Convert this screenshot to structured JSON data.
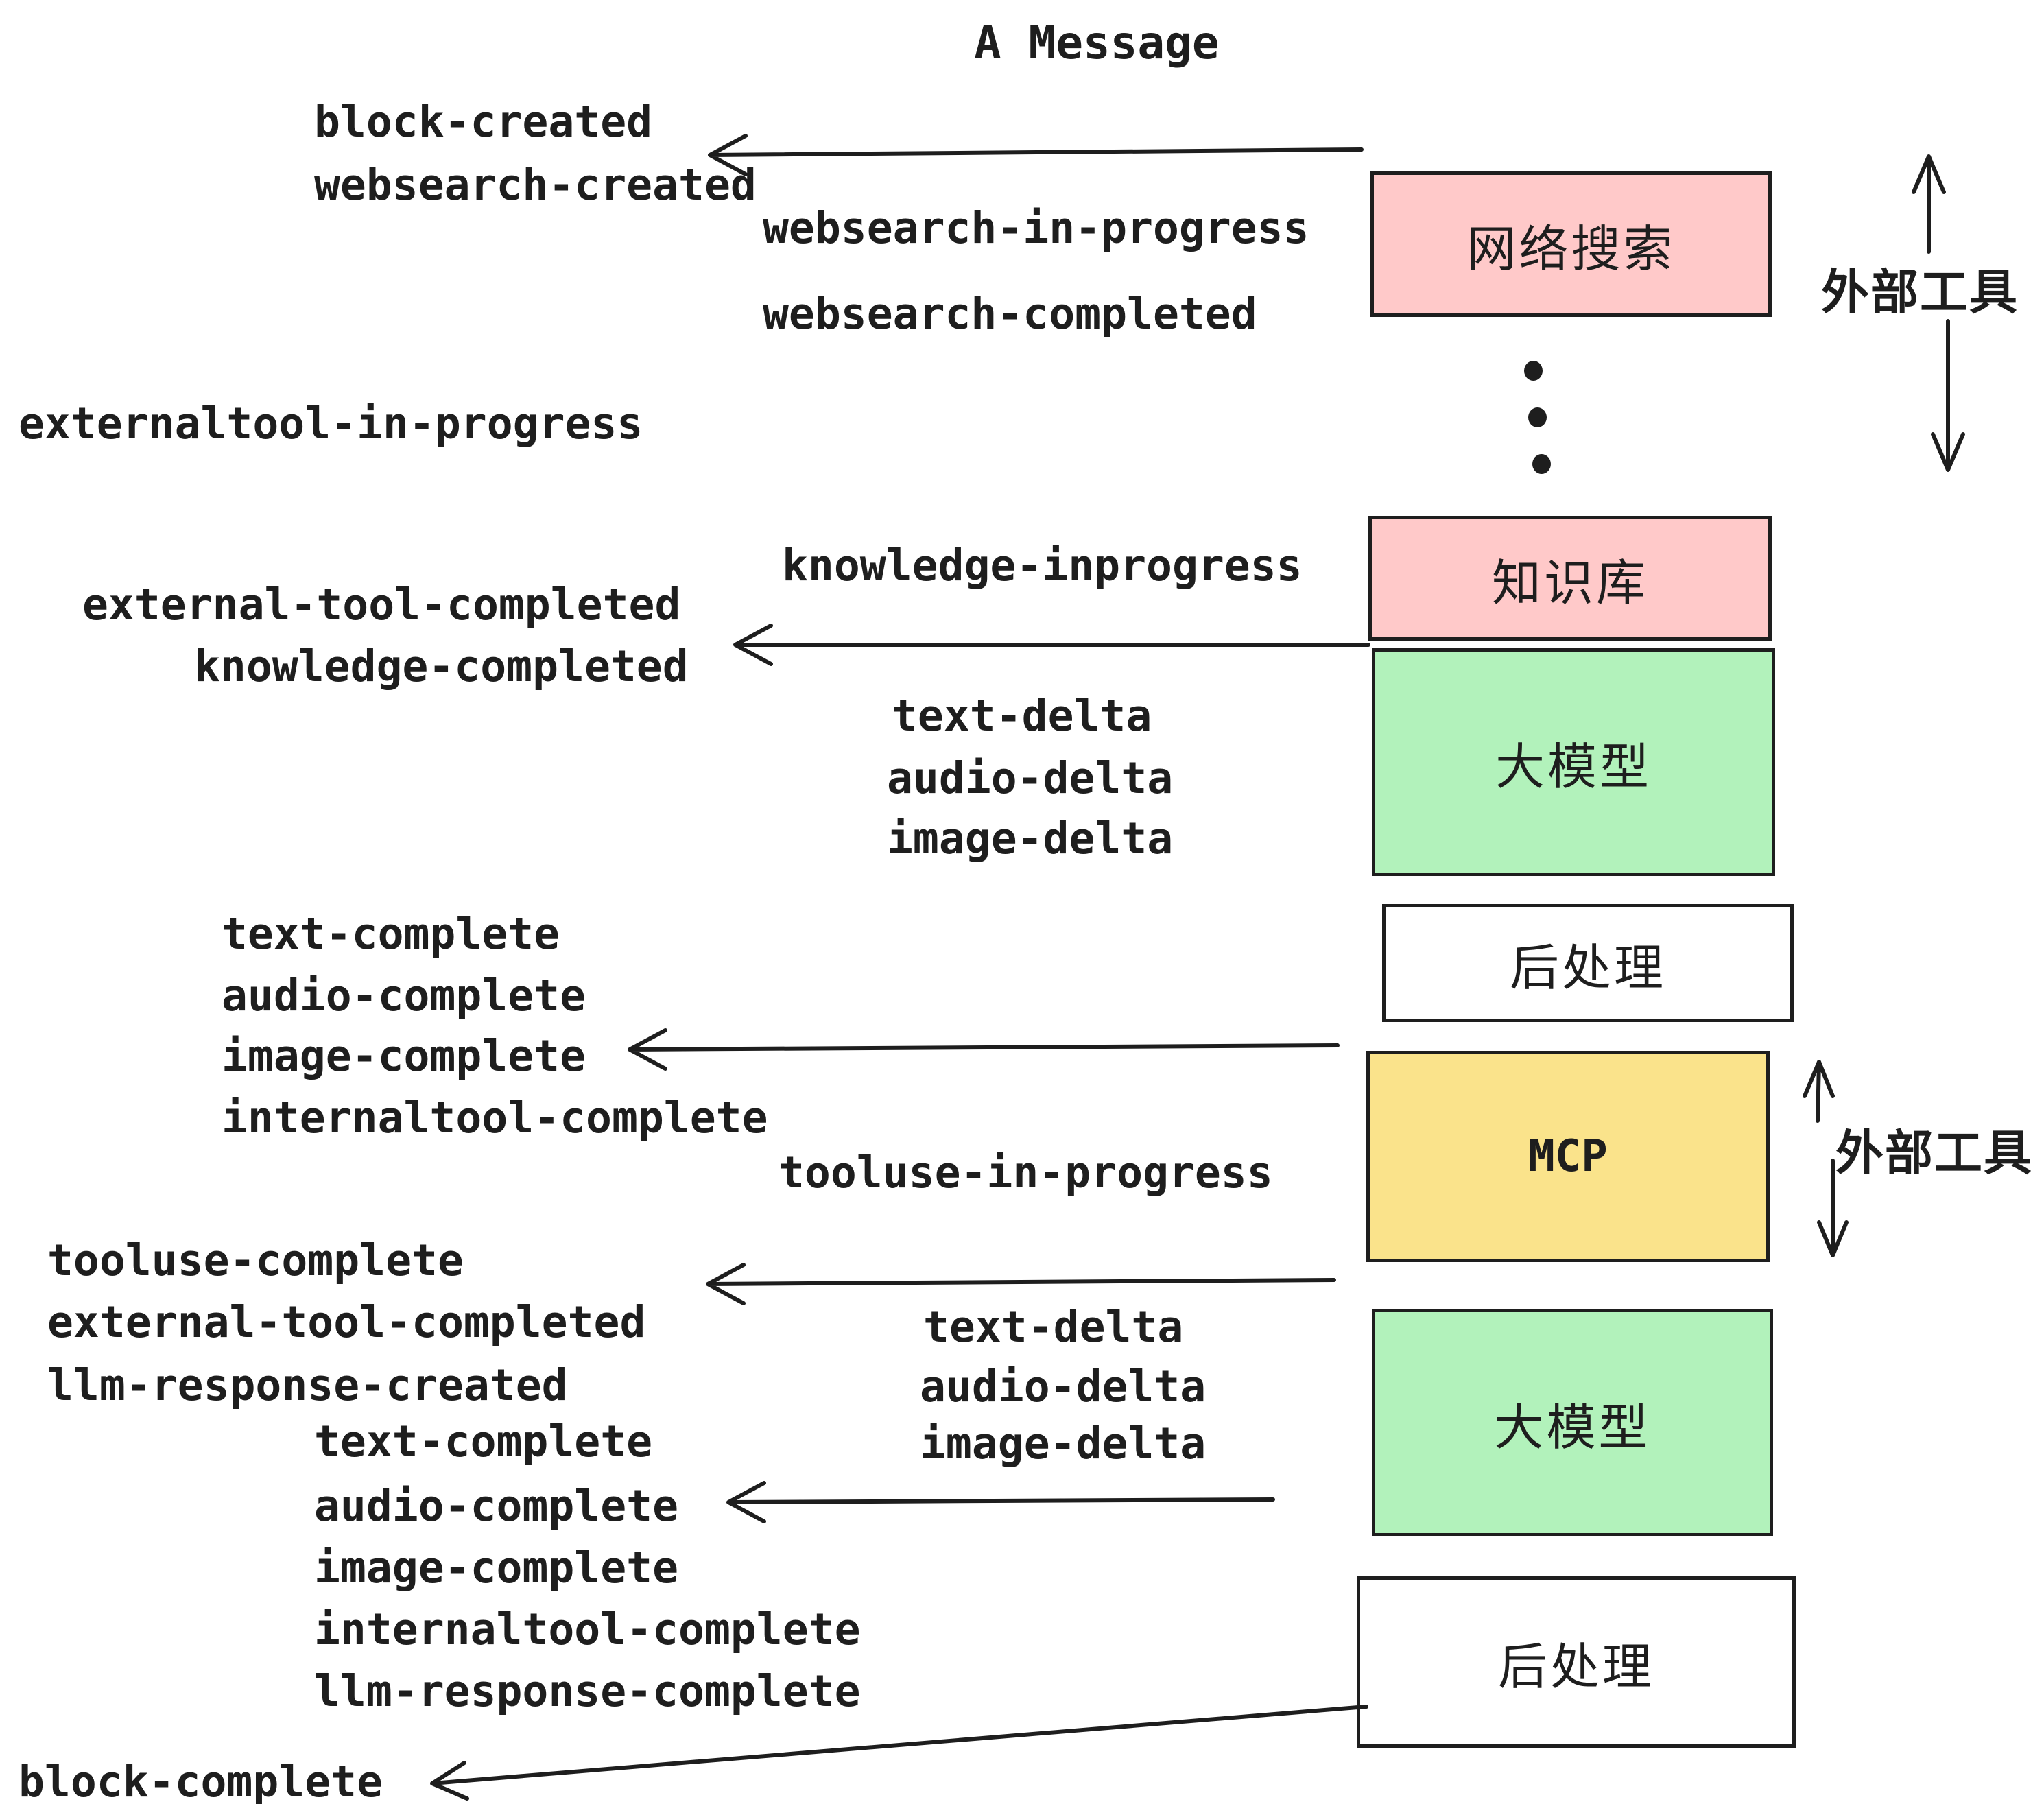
{
  "title": {
    "text": "A Message"
  },
  "colors": {
    "pink": "#ffc9c9",
    "green": "#b2f2bb",
    "yellow": "#fae38b",
    "stroke": "#1e1e1e",
    "background": "#ffffff"
  },
  "boxes": [
    {
      "id": "websearch",
      "label": "网络搜索",
      "color": "pink"
    },
    {
      "id": "knowledge",
      "label": "知识库",
      "color": "pink"
    },
    {
      "id": "llm-1",
      "label": "大模型",
      "color": "green"
    },
    {
      "id": "post-1",
      "label": "后处理",
      "color": "white"
    },
    {
      "id": "mcp",
      "label": "MCP",
      "color": "yellow"
    },
    {
      "id": "llm-2",
      "label": "大模型",
      "color": "green"
    },
    {
      "id": "post-2",
      "label": "后处理",
      "color": "white"
    }
  ],
  "annotations": {
    "external_tools_top": "外部工具",
    "external_tools_bottom": "外部工具"
  },
  "events": [
    {
      "text": "block-created"
    },
    {
      "text": "websearch-created"
    },
    {
      "text": "websearch-in-progress"
    },
    {
      "text": "websearch-completed"
    },
    {
      "text": "externaltool-in-progress"
    },
    {
      "text": "knowledge-inprogress"
    },
    {
      "text": "external-tool-completed"
    },
    {
      "text": "knowledge-completed"
    },
    {
      "text": "text-delta"
    },
    {
      "text": "audio-delta"
    },
    {
      "text": "image-delta"
    },
    {
      "text": "text-complete"
    },
    {
      "text": "audio-complete"
    },
    {
      "text": "image-complete"
    },
    {
      "text": "internaltool-complete"
    },
    {
      "text": "tooluse-in-progress"
    },
    {
      "text": "tooluse-complete"
    },
    {
      "text": "external-tool-completed"
    },
    {
      "text": "llm-response-created"
    },
    {
      "text": "text-complete"
    },
    {
      "text": "text-delta"
    },
    {
      "text": "audio-delta"
    },
    {
      "text": "image-delta"
    },
    {
      "text": "audio-complete"
    },
    {
      "text": "image-complete"
    },
    {
      "text": "internaltool-complete"
    },
    {
      "text": "llm-response-complete"
    },
    {
      "text": "block-complete"
    }
  ]
}
